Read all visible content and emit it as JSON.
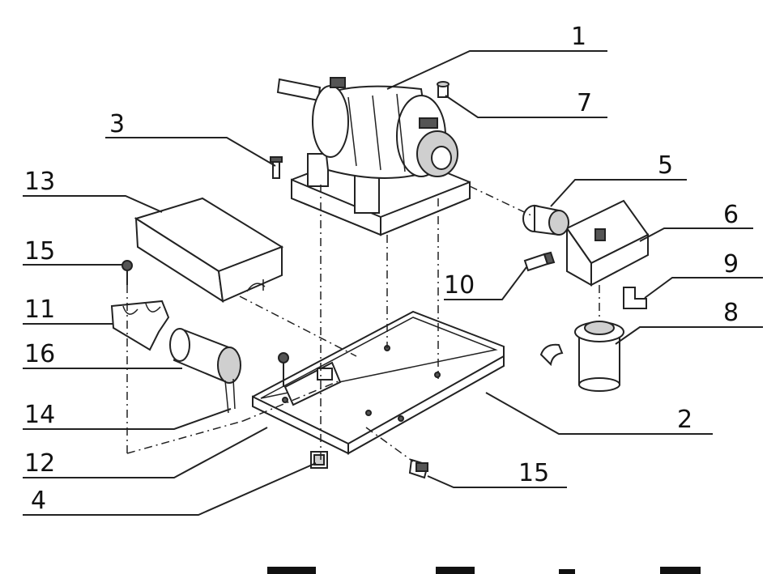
{
  "labels": {
    "l1": "1",
    "l2": "2",
    "l3": "3",
    "l4": "4",
    "l5": "5",
    "l6": "6",
    "l7": "7",
    "l8": "8",
    "l9": "9",
    "l10": "10",
    "l11": "11",
    "l12": "12",
    "l13": "13",
    "l14": "14",
    "l15a": "15",
    "l15b": "15",
    "l16": "16"
  }
}
